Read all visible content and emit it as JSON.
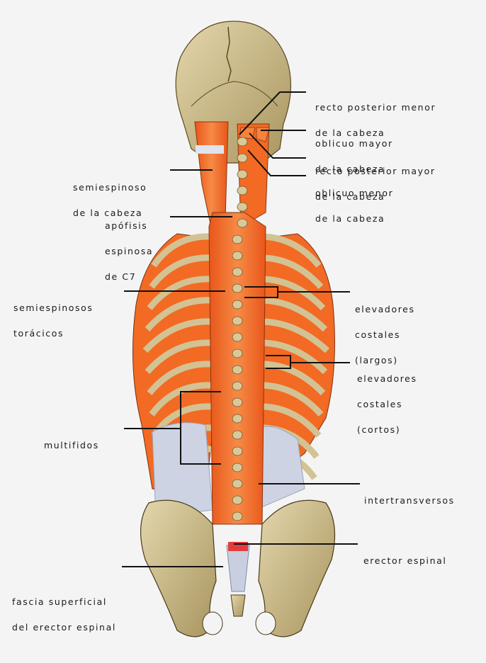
{
  "title": "Posterior deep back muscles (Spanish anatomical labels)",
  "colors": {
    "background": "#f4f4f4",
    "muscle": "#f26a24",
    "muscle_dark": "#c9431a",
    "bone": "#cdbd8c",
    "bone_dark": "#8f7d4e",
    "fascia": "#c9cfe0",
    "leader_line": "#111111"
  },
  "labels": {
    "recto_posterior_menor": [
      "recto posterior menor",
      "de la cabeza"
    ],
    "oblicuo_mayor": [
      "oblicuo mayor",
      "de la cabeza"
    ],
    "recto_posterior_mayor": [
      "recto posterior mayor",
      "de la cabeza"
    ],
    "oblicuo_menor": [
      "oblicuo menor",
      "de la cabeza"
    ],
    "semiespinoso_cabeza": [
      "semiespinoso",
      "de la cabeza"
    ],
    "apofisis_c7": [
      "apófisis",
      "espinosa",
      "de C7"
    ],
    "semiespinosos_toracicos": [
      "semiespinosos",
      "torácicos"
    ],
    "elevadores_largos": [
      "elevadores",
      "costales",
      "(largos)"
    ],
    "elevadores_cortos": [
      "elevadores",
      "costales",
      "(cortos)"
    ],
    "multifidos": [
      "multifidos"
    ],
    "intertransversos": [
      "intertransversos"
    ],
    "erector_espinal": [
      "erector espinal"
    ],
    "fascia_superficial": [
      "fascia superficial",
      "del erector espinal"
    ]
  }
}
